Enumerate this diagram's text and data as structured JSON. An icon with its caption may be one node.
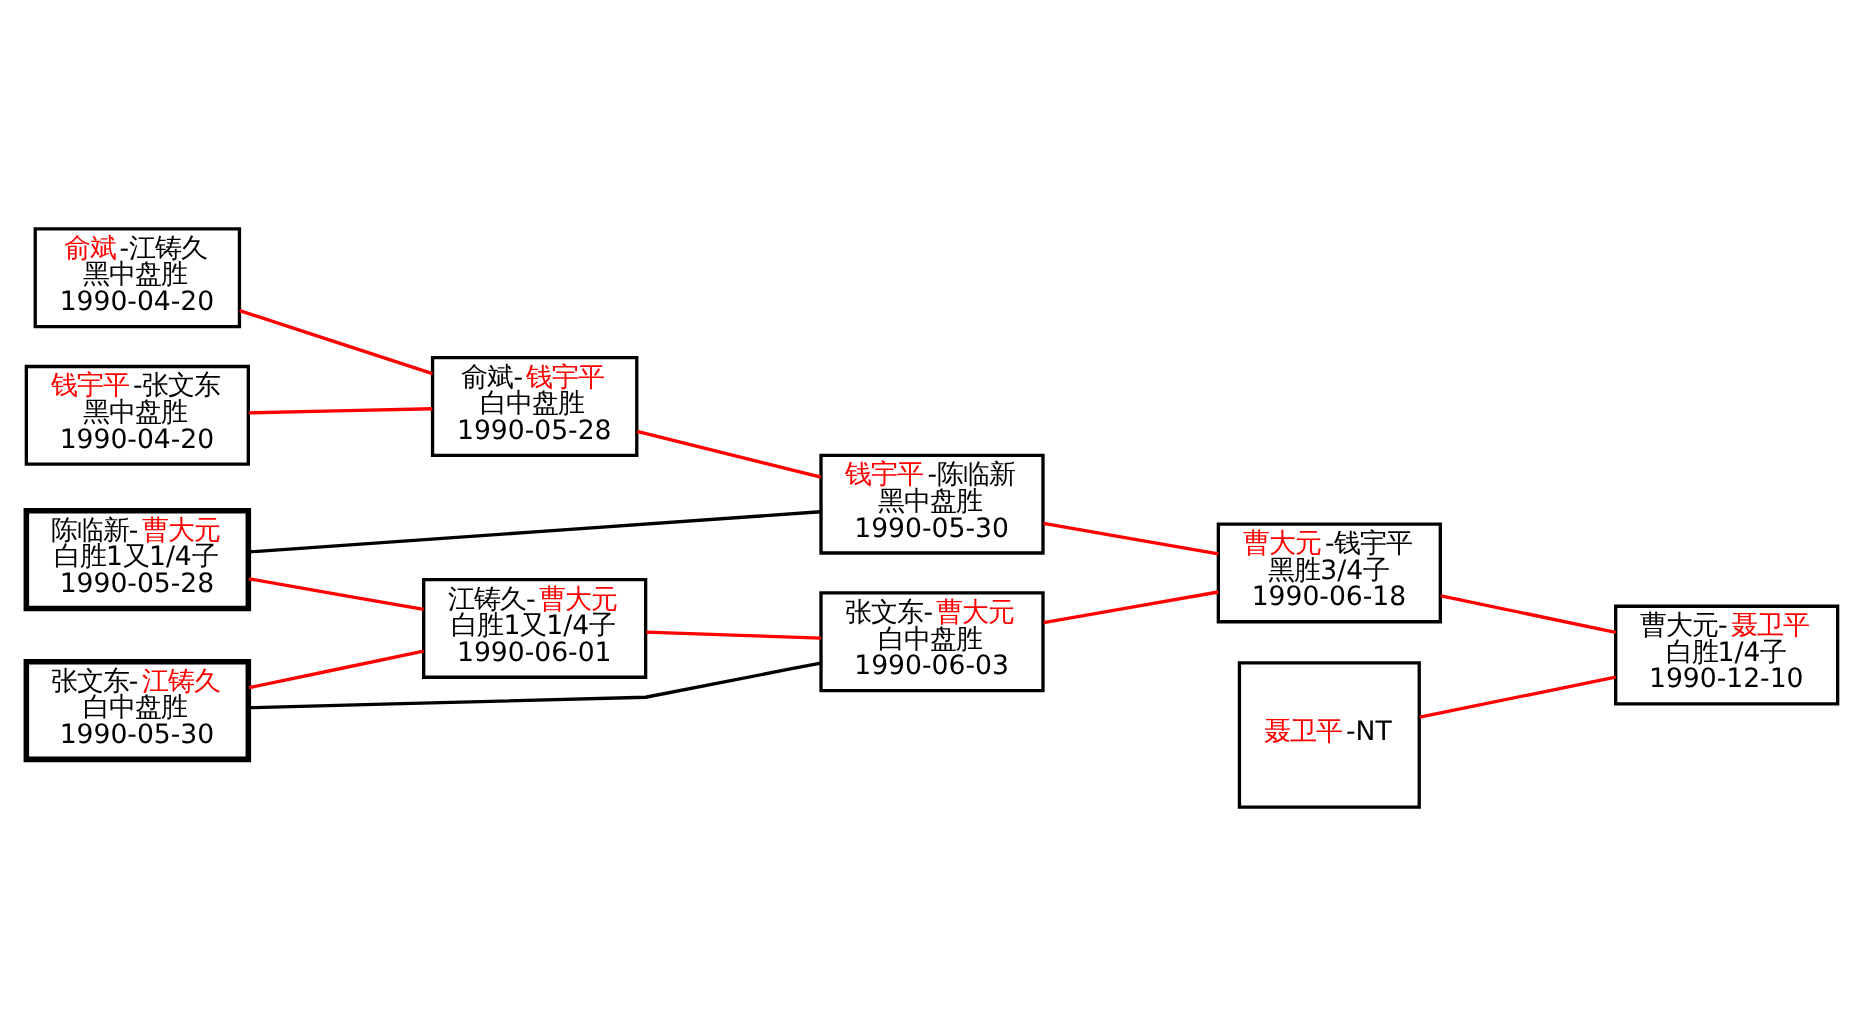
{
  "diagram": {
    "nodes": [
      {
        "text": [
          "陈临新-曹大元",
          "白胜1又1/4子",
          "1990-05-28"
        ]
      },
      {
        "text": [
          "张文东-江铸久",
          "白中盘胜",
          "1990-05-30"
        ]
      },
      {
        "text": [
          "钱宇平-张文东",
          "黑中盘胜",
          "1990-04-20"
        ]
      },
      {
        "text": [
          "俞斌-江铸久",
          "黑中盘胜",
          "1990-04-20"
        ]
      },
      {
        "text": [
          "江铸久-曹大元",
          "白胜1又1/4子",
          "1990-06-01"
        ]
      },
      {
        "text": [
          "俞斌-钱宇平",
          "白中盘胜",
          "1990-05-28"
        ]
      },
      {
        "text": [
          "张文东-曹大元",
          "白中盘胜",
          "1990-06-03"
        ]
      },
      {
        "text": [
          "钱宇平-陈临新",
          "黑中盘胜",
          "1990-05-30"
        ]
      },
      {
        "text": [
          "聂卫平-NT"
        ]
      },
      {
        "text": [
          "曹大元-钱宇平",
          "黑胜3/4子",
          "1990-06-18"
        ]
      },
      {
        "text": [
          "曹大元-聂卫平",
          "白胜1/4子",
          "1990-12-10"
        ]
      }
    ],
    "edges": [
      {
        "from": 0,
        "to": 4,
        "arrow": "none",
        "color": "#ff0000"
      },
      {
        "from": 0,
        "to": 7,
        "arrow": "none",
        "color": "#000000"
      },
      {
        "from": 1,
        "to": 4,
        "arrow": "none",
        "color": "#ff0000"
      },
      {
        "from": 1,
        "to": 6,
        "arrow": "none",
        "color": "#000000"
      },
      {
        "from": 2,
        "to": 5,
        "arrow": "none",
        "color": "#ff0000"
      },
      {
        "from": 3,
        "to": 5,
        "arrow": "none",
        "color": "#ff0000"
      },
      {
        "from": 4,
        "to": 6,
        "arrow": "none",
        "color": "#ff0000"
      },
      {
        "from": 5,
        "to": 7,
        "arrow": "none",
        "color": "#ff0000"
      },
      {
        "from": 6,
        "to": 9,
        "arrow": "none",
        "color": "#ff0000"
      },
      {
        "from": 7,
        "to": 9,
        "arrow": "none",
        "color": "#ff0000"
      },
      {
        "from": 8,
        "to": 10,
        "arrow": "none",
        "color": "#ff0000"
      },
      {
        "from": 9,
        "to": 10,
        "arrow": "none",
        "color": "#ff0000"
      }
    ]
  }
}
